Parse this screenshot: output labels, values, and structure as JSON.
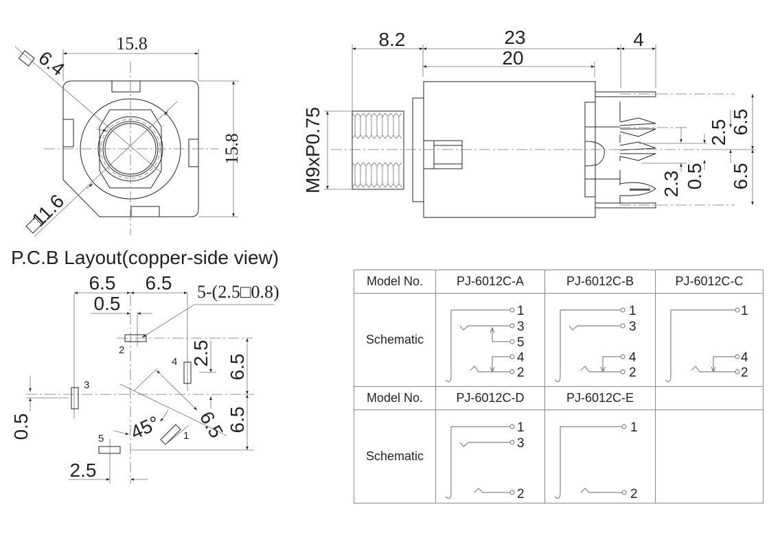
{
  "front_view": {
    "width_dim": "15.8",
    "height_dim": "15.8",
    "hex_dim": "6.4",
    "body_dim": "11.6"
  },
  "side_view": {
    "thread_length_dim": "8.2",
    "overall_length_dim": "23",
    "body_length_dim": "20",
    "pin_length_dim": "4",
    "thread_spec": "M9xP0.75",
    "pin_spacing_upper": "6.5",
    "pin_spacing_lower": "6.5",
    "offset_2_5": "2.5",
    "offset_0_5": "0.5",
    "offset_2_3": "2.3"
  },
  "pcb_layout": {
    "title": "P.C.B Layout(copper-side view)",
    "dim_left_6_5": "6.5",
    "dim_right_6_5": "6.5",
    "dim_0_5_top": "0.5",
    "hole_note": "5-(2.5□0.8)",
    "dim_2_5_vertical": "2.5",
    "dim_6_5_upper": "6.5",
    "dim_6_5_lower": "6.5",
    "dim_6_5_diagonal": "6.5",
    "dim_0_5_left": "0.5",
    "dim_2_5_bottom": "2.5",
    "angle": "45°",
    "pins": [
      "1",
      "2",
      "3",
      "4",
      "5"
    ]
  },
  "model_table": {
    "row_labels": {
      "model": "Model No.",
      "schematic": "Schematic"
    },
    "models_row1": [
      "PJ-6012C-A",
      "PJ-6012C-B",
      "PJ-6012C-C"
    ],
    "models_row2": [
      "PJ-6012C-D",
      "PJ-6012C-E",
      ""
    ],
    "schematic_pins": {
      "A": [
        "1",
        "3",
        "5",
        "4",
        "2"
      ],
      "B": [
        "1",
        "3",
        "4",
        "2"
      ],
      "C": [
        "1",
        "4",
        "2"
      ],
      "D": [
        "1",
        "3",
        "2"
      ],
      "E": [
        "1",
        "2"
      ]
    }
  },
  "colors": {
    "ink": "#231f20",
    "grid": "#8a8a8a",
    "thin": "#6d6e71"
  }
}
